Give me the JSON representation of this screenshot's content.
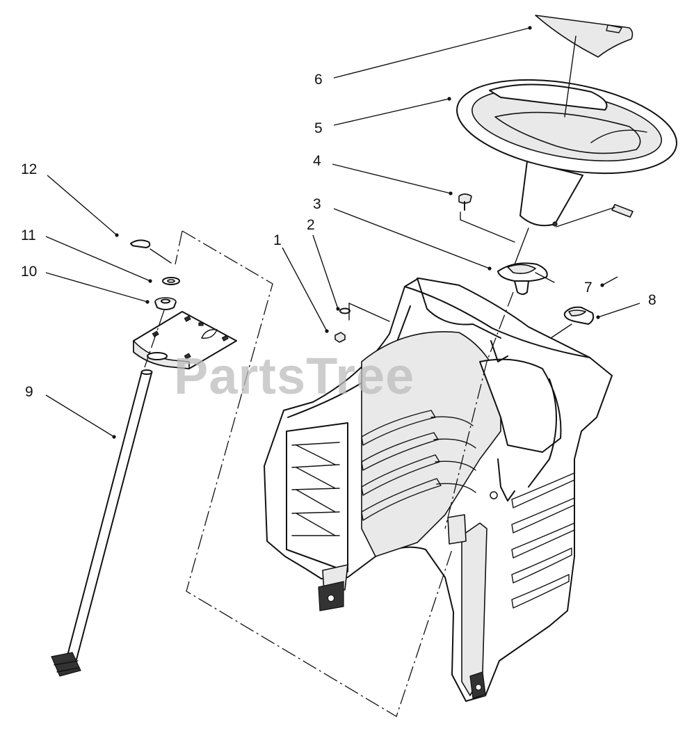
{
  "watermark": "PartsTree",
  "colors": {
    "line": "#111111",
    "background": "#ffffff",
    "watermark": "#bdbdbd"
  },
  "callouts": [
    {
      "id": "1",
      "label": "1"
    },
    {
      "id": "2",
      "label": "2"
    },
    {
      "id": "3",
      "label": "3"
    },
    {
      "id": "4",
      "label": "4"
    },
    {
      "id": "5",
      "label": "5"
    },
    {
      "id": "6",
      "label": "6"
    },
    {
      "id": "7",
      "label": "7"
    },
    {
      "id": "8",
      "label": "8"
    },
    {
      "id": "9",
      "label": "9"
    },
    {
      "id": "10",
      "label": "10"
    },
    {
      "id": "11",
      "label": "11"
    },
    {
      "id": "12",
      "label": "12"
    }
  ]
}
